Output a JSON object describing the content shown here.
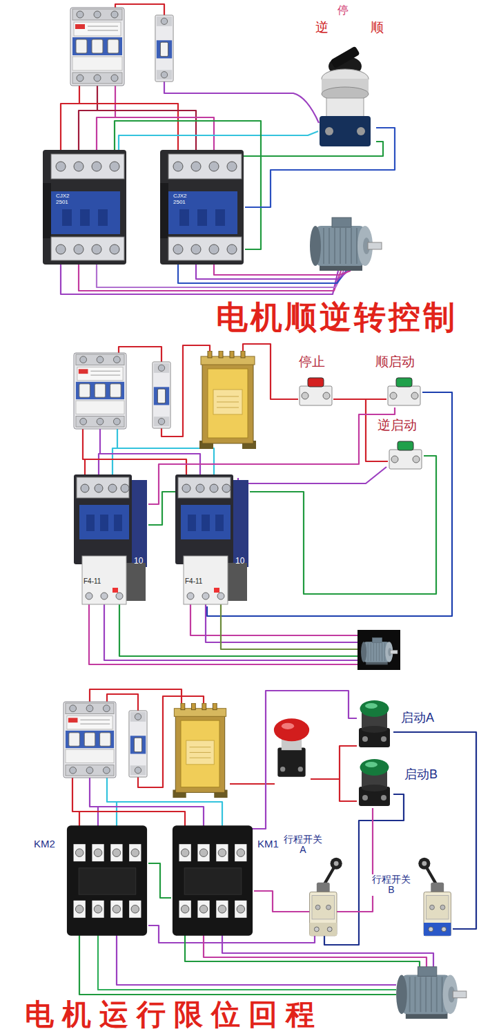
{
  "diagram": {
    "labels": [
      "逆",
      "停",
      "顺",
      "CJX2 2501",
      "CJX2 2501",
      "电机顺逆转控制",
      "停止",
      "顺启动",
      "逆启动",
      "10",
      "F4-11",
      "10",
      "F4-11",
      "启动A",
      "启动B",
      "KM2",
      "KM1",
      "行程开关 A",
      "行程开关 B",
      "电机运行限位回程"
    ]
  }
}
